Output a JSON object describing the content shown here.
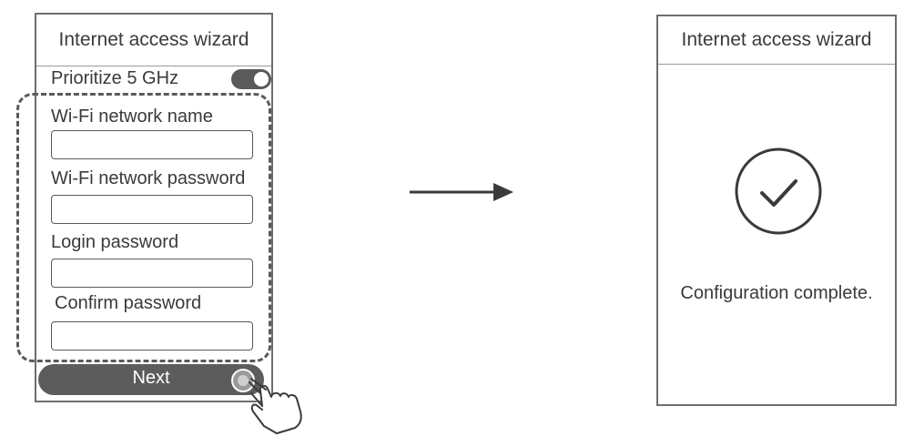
{
  "left_screen": {
    "title": "Internet access wizard",
    "prioritize_label": "Prioritize 5 GHz",
    "prioritize_toggle": "on",
    "fields": [
      {
        "label": "Wi-Fi network name",
        "value": ""
      },
      {
        "label": "Wi-Fi network password",
        "value": ""
      },
      {
        "label": "Login password",
        "value": ""
      },
      {
        "label": "Confirm password",
        "value": ""
      }
    ],
    "next_label": "Next"
  },
  "right_screen": {
    "title": "Internet access wizard",
    "status_icon": "checkmark-circle-icon",
    "message": "Configuration complete."
  },
  "icons": {
    "transition": "arrow-right-icon",
    "pointer": "tapping-hand-icon"
  },
  "colors": {
    "frame": "#6d6d6d",
    "text": "#3a3a3a",
    "button": "#5c5c5c",
    "button_text": "#ffffff",
    "background": "#ffffff"
  }
}
